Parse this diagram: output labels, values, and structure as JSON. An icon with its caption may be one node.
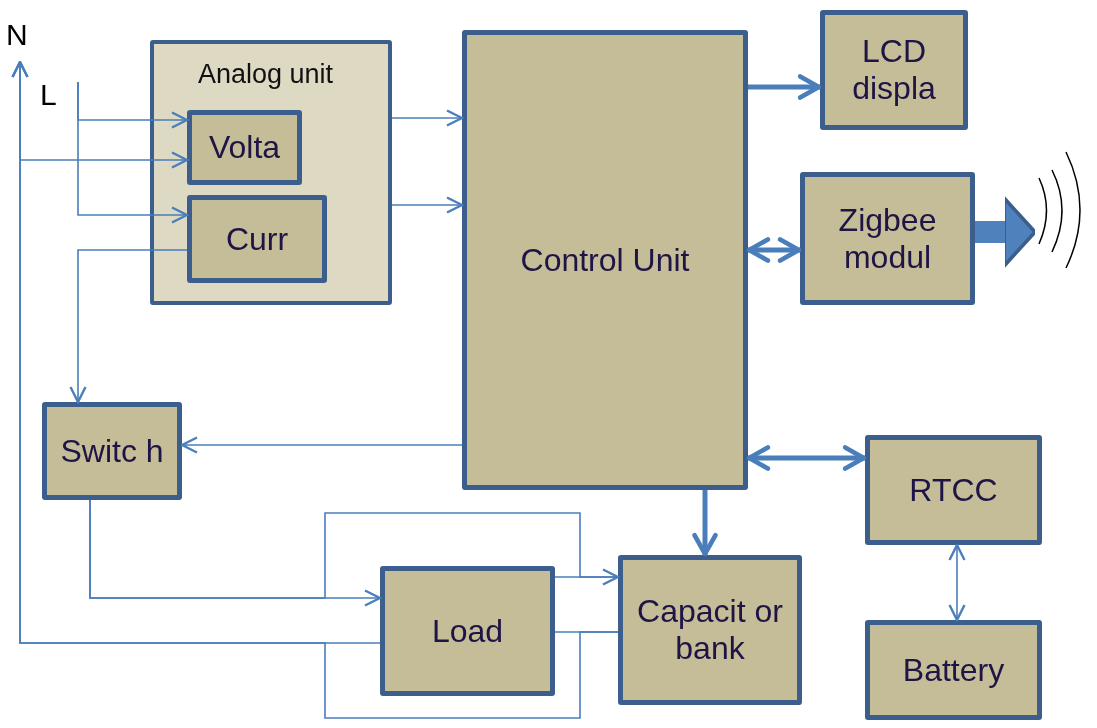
{
  "diagram": {
    "nodes": [
      {
        "text": [
          "N"
        ]
      },
      {
        "text": [
          "L"
        ]
      },
      {
        "text": [
          "Analog unit"
        ]
      },
      {
        "text": [
          "Volta"
        ],
        "in": 2
      },
      {
        "text": [
          "Curr"
        ],
        "in": 2
      },
      {
        "text": [
          "Control Unit"
        ]
      },
      {
        "text": [
          "LCD displa"
        ]
      },
      {
        "text": [
          "Zigbee modul"
        ]
      },
      {
        "text": [
          "Switc h"
        ]
      },
      {
        "text": [
          "Load"
        ]
      },
      {
        "text": [
          "Capacit or bank"
        ]
      },
      {
        "text": [
          "RTCC"
        ]
      },
      {
        "text": [
          "Battery"
        ]
      },
      {
        "text": [],
        "shape": "picture"
      }
    ],
    "edges": [
      {
        "from": 1,
        "to": 3,
        "arrow": "to"
      },
      {
        "from": 0,
        "to": 3,
        "arrow": "to"
      },
      {
        "from": 1,
        "to": 4,
        "arrow": "to"
      },
      {
        "from": 4,
        "to": 8,
        "arrow": "to"
      },
      {
        "from": 2,
        "to": 5,
        "arrow": "to"
      },
      {
        "from": 2,
        "to": 5,
        "arrow": "to"
      },
      {
        "from": 5,
        "to": 6,
        "arrow": "to",
        "style": "thick"
      },
      {
        "from": 5,
        "to": 7,
        "arrow": "both",
        "style": "thick"
      },
      {
        "from": 7,
        "to": 13,
        "arrow": "to",
        "style": "thick"
      },
      {
        "from": 5,
        "to": 8,
        "arrow": "to"
      },
      {
        "from": 5,
        "to": 10,
        "arrow": "to",
        "style": "thick"
      },
      {
        "from": 5,
        "to": 11,
        "arrow": "both",
        "style": "thick"
      },
      {
        "from": 11,
        "to": 12,
        "arrow": "both"
      },
      {
        "from": 8,
        "to": 9,
        "arrow": "to"
      },
      {
        "from": 9,
        "to": 0,
        "arrow": "to"
      },
      {
        "from": 9,
        "to": 10,
        "arrow": "none"
      },
      {
        "from": 9,
        "to": 10,
        "arrow": "none"
      },
      {
        "from": 8,
        "to": 10,
        "arrow": "to"
      },
      {
        "from": 10,
        "to": 0,
        "arrow": "to"
      }
    ]
  }
}
